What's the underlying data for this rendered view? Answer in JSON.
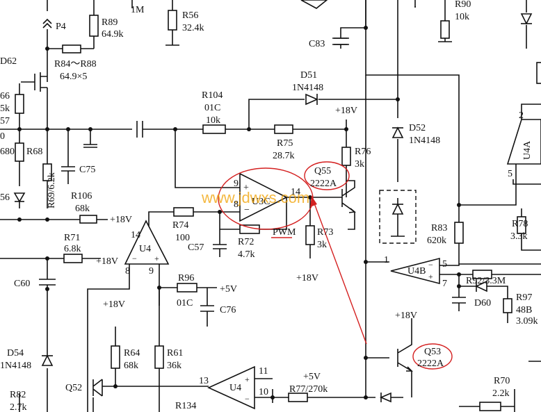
{
  "labels": {
    "M1": "1M",
    "R56": "R56",
    "R56_val": "32.4k",
    "R89": "R89",
    "R89_val": "64.9k",
    "P4": "P4",
    "D62": "D62",
    "R84_88": "R84～R88",
    "R84_88_val": "64.9×5",
    "r66": "66",
    "r5k": "5k",
    "r57": "57",
    "r0": "0",
    "r680": "680",
    "R68": "R68",
    "R69": "R69/6.2k",
    "r56": "56",
    "C75": "C75",
    "R106": "R106",
    "R106_val": "68k",
    "plus18_a": "+18V",
    "R104": "R104",
    "R104_a": "01C",
    "R104_b": "10k",
    "D51": "D51",
    "D51_val": "1N4148",
    "plus18_b": "+18V",
    "R75": "R75",
    "R75_val": "28.7k",
    "R76": "R76",
    "R76_val": "3k",
    "Q55": "Q55",
    "Q55_val": "2222A",
    "C83": "C83",
    "R90": "R90",
    "R90_val": "10k",
    "D52": "D52",
    "D52_val": "1N4148",
    "pin2": "2",
    "U4A": "U4A",
    "pin5a": "5",
    "U3C": "U3C",
    "pin9": "9",
    "pin8": "8",
    "pin14a": "14",
    "R73": "R73",
    "R73_val": "3k",
    "plus18_c": "+18V",
    "PWM": "PWM",
    "R72": "R72",
    "R72_val": "4.7k",
    "C57": "C57",
    "R74": "R74",
    "R74_val": "100",
    "pin14b": "14",
    "R71": "R71",
    "R71_val": "6.8k",
    "plus18_d": "+18V",
    "U4": "U4",
    "pin8b": "8",
    "pin9b": "9",
    "C60": "C60",
    "R96": "R96",
    "R96_a": "01C",
    "plus5_a": "+5V",
    "C76": "C76",
    "R83": "R83",
    "R83_val": "620k",
    "R78": "R78",
    "R78_val": "3.3k",
    "pin5b": "5",
    "pin1": "1",
    "U4B": "U4B",
    "pin7": "7",
    "R92": "R92/3.3M",
    "D60": "D60",
    "R97": "R97",
    "R97_a": "48B",
    "R97_b": "3.09k",
    "plus18_e": "+18V",
    "Q53": "Q53",
    "Q53_val": "2222A",
    "D54": "D54",
    "D54_val": "1N4148",
    "plus18_f": "+18V",
    "R64": "R64",
    "R64_val": "68k",
    "R61": "R61",
    "R61_val": "36k",
    "Q52": "Q52",
    "R82": "R82",
    "R82_val": "2.7k",
    "R134": "R134",
    "pin13": "13",
    "U4b": "U4",
    "pin11": "11",
    "plus5_b": "+5V",
    "pin10": "10",
    "R77": "R77/270k",
    "R70": "R70",
    "R70_val": "2.2k",
    "watermark": "www.jdwxs.com"
  },
  "colors": {
    "ink": "#111111",
    "annotation": "#d42020",
    "watermark": "#f0a000"
  }
}
